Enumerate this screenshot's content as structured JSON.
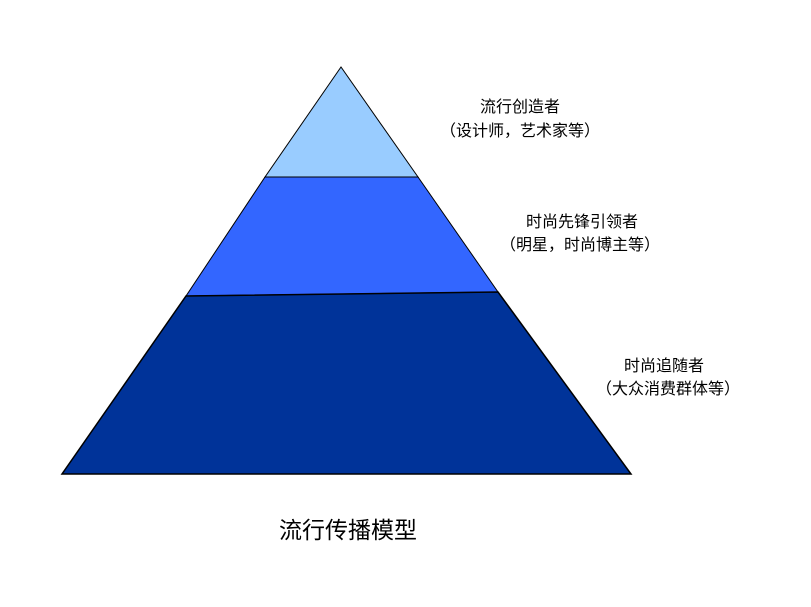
{
  "diagram": {
    "caption": "流行传播模型",
    "layers": [
      {
        "title": "流行创造者",
        "subtitle": "（设计师，艺术家等）",
        "color": "#99ccff"
      },
      {
        "title": "时尚先锋引领者",
        "subtitle": "（明星，时尚博主等）",
        "color": "#3366ff"
      },
      {
        "title": "时尚追随者",
        "subtitle": "（大众消费群体等）",
        "color": "#003399"
      }
    ]
  }
}
